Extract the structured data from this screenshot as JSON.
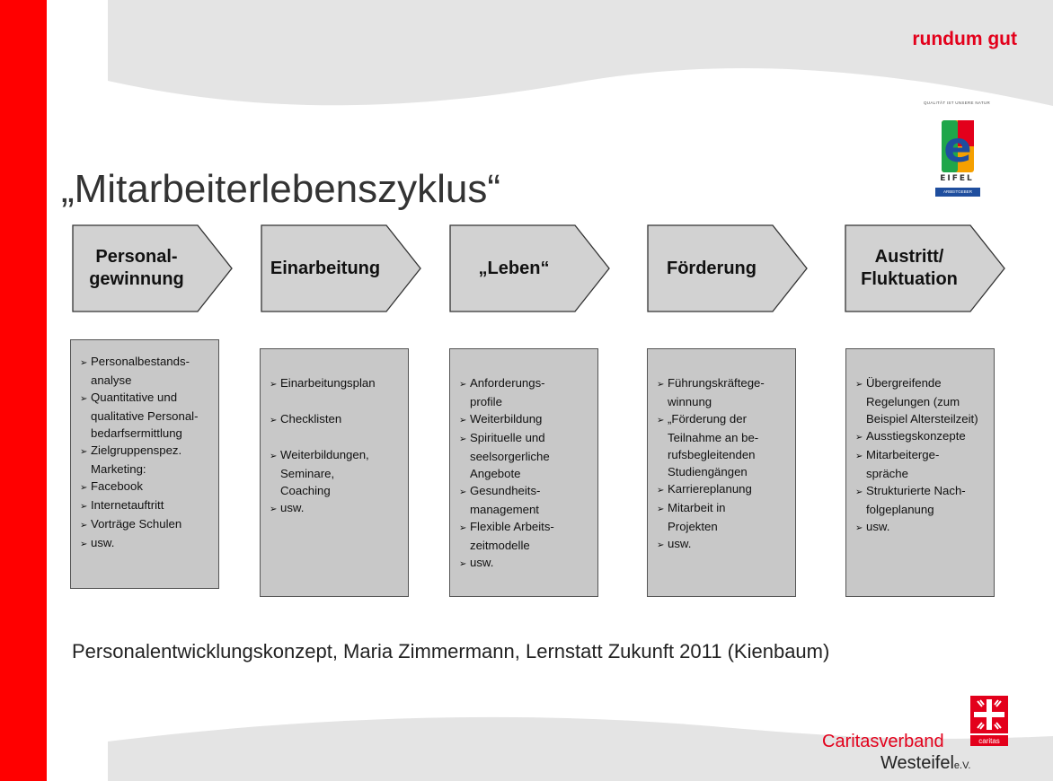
{
  "header": {
    "tagline": "rundum gut"
  },
  "logos": {
    "eifel": {
      "tagline": "QUALITÄT IST UNSERE NATUR",
      "wordmark": "EIFEL",
      "band": "ARBEITGEBER",
      "colors": [
        "#f5a000",
        "#e3001b",
        "#1fa64a",
        "#1f4e9e"
      ]
    },
    "caritas": {
      "line1": "Caritasverband",
      "line2": "Westeifel",
      "suffix": "e.V.",
      "badge": "caritas",
      "color": "#e3001b"
    }
  },
  "slide": {
    "title": "„Mitarbeiterlebenszyklus“",
    "source": "Personalentwicklungskonzept, Maria Zimmermann, Lernstatt Zukunft 2011 (Kienbaum)"
  },
  "colors": {
    "accent": "#ff0000",
    "arrow_fill": "#d2d2d2",
    "box_fill": "#c8c8c8"
  },
  "phases": [
    {
      "label": "Personal-\ngewinnung",
      "items": [
        "Personalbestands-\nanalyse",
        "Quantitative und\nqualitative Personal-\nbedarfsermittlung",
        "Zielgruppenspez.\nMarketing:",
        "Facebook",
        "Internetauftritt",
        "Vorträge Schulen",
        "usw."
      ]
    },
    {
      "label": "Einarbeitung",
      "items": [
        "Einarbeitungsplan",
        "Checklisten",
        "Weiterbildungen,\nSeminare,\nCoaching",
        "usw."
      ]
    },
    {
      "label": "„Leben“",
      "items": [
        "Anforderungs-\nprofile",
        "Weiterbildung",
        "Spirituelle und\nseelsorgerliche\nAngebote",
        "Gesundheits-\nmanagement",
        "Flexible Arbeits-\nzeitmodelle",
        "usw."
      ]
    },
    {
      "label": "Förderung",
      "items": [
        "Führungskräftege-\nwinnung",
        "„Förderung der\nTeilnahme an be-\nrufsbegleitenden\nStudiengängen",
        "Karriereplanung",
        "Mitarbeit in\nProjekten",
        "usw."
      ]
    },
    {
      "label": "Austritt/\nFluktuation",
      "items": [
        "Übergreifende\nRegelungen (zum\nBeispiel Altersteilzeit)",
        "Ausstiegskonzepte",
        "Mitarbeiterge-\nspräche",
        "Strukturierte Nach-\nfolgeplanung",
        "usw."
      ]
    }
  ]
}
